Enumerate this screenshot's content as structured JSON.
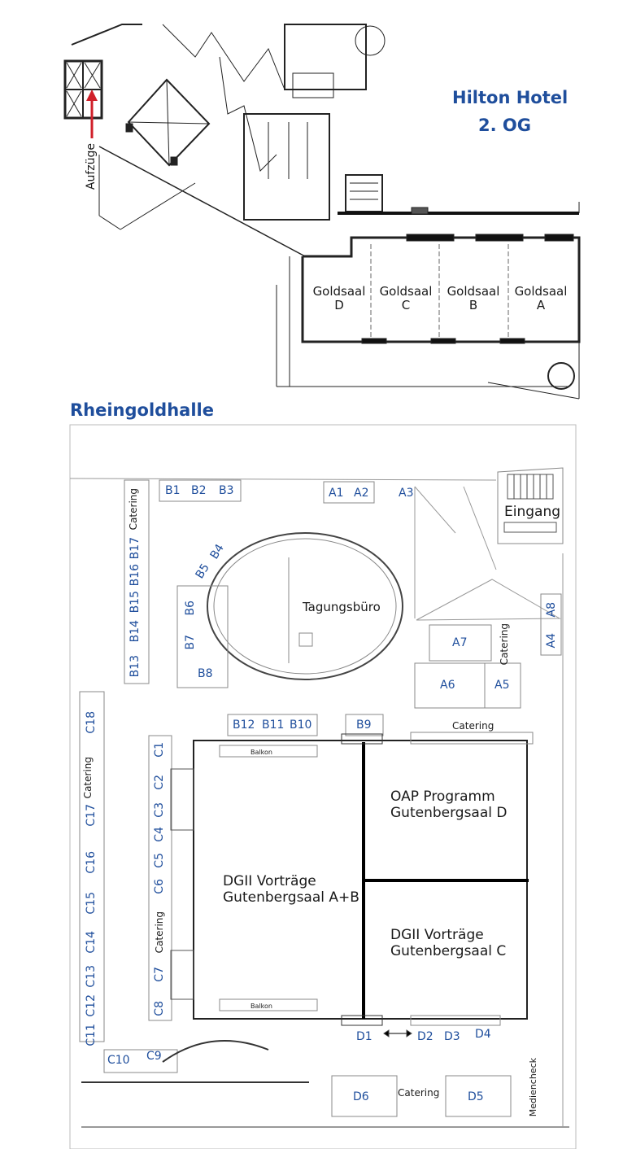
{
  "hotel": {
    "name": "Hilton Hotel",
    "floor": "2. OG"
  },
  "elevators_label": "Aufzüge",
  "goldsaal": [
    {
      "name": "Goldsaal",
      "letter": "D"
    },
    {
      "name": "Goldsaal",
      "letter": "C"
    },
    {
      "name": "Goldsaal",
      "letter": "B"
    },
    {
      "name": "Goldsaal",
      "letter": "A"
    }
  ],
  "hall_title": "Rheingoldhalle",
  "entrance": "Eingang",
  "office": "Tagungsbüro",
  "catering": "Catering",
  "balkon": "Balkon",
  "mediencheck": "Mediencheck",
  "rooms": {
    "ab_line1": "DGII Vorträge",
    "ab_line2": "Gutenbergsaal A+B",
    "d_line1": "OAP Programm",
    "d_line2": "Gutenbergsaal D",
    "c_line1": "DGII Vorträge",
    "c_line2": "Gutenbergsaal C"
  },
  "booths": {
    "B1": "B1",
    "B2": "B2",
    "B3": "B3",
    "B4": "B4",
    "B5": "B5",
    "B6": "B6",
    "B7": "B7",
    "B8": "B8",
    "B9": "B9",
    "B10": "B10",
    "B11": "B11",
    "B12": "B12",
    "B13": "B13",
    "B14": "B14",
    "B15": "B15",
    "B16": "B16",
    "B17": "B17",
    "A1": "A1",
    "A2": "A2",
    "A3": "A3",
    "A4": "A4",
    "A5": "A5",
    "A6": "A6",
    "A7": "A7",
    "A8": "A8",
    "C1": "C1",
    "C2": "C2",
    "C3": "C3",
    "C4": "C4",
    "C5": "C5",
    "C6": "C6",
    "C7": "C7",
    "C8": "C8",
    "C9": "C9",
    "C10": "C10",
    "C11": "C11",
    "C12": "C12",
    "C13": "C13",
    "C14": "C14",
    "C15": "C15",
    "C16": "C16",
    "C17": "C17",
    "C18": "C18",
    "D1": "D1",
    "D2": "D2",
    "D3": "D3",
    "D4": "D4",
    "D5": "D5",
    "D6": "D6"
  },
  "colors": {
    "label_blue": "#1f4e9c",
    "arrow_red": "#d0202a",
    "wall": "#111111"
  }
}
